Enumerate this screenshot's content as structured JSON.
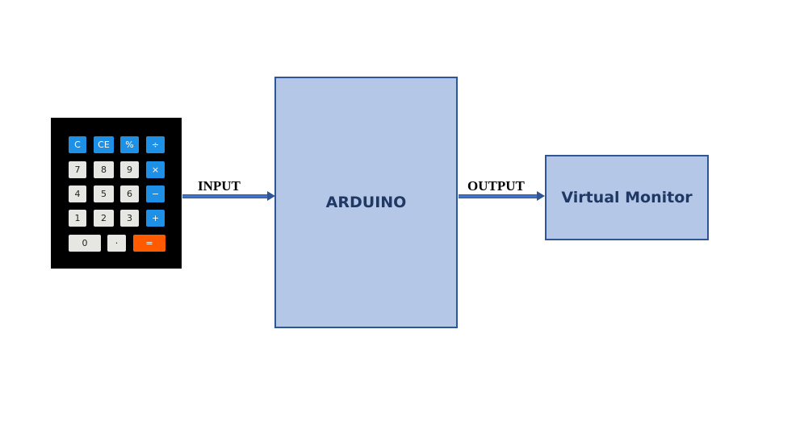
{
  "calculator": {
    "keys": [
      {
        "label": "C",
        "style": "blue"
      },
      {
        "label": "CE",
        "style": "blue"
      },
      {
        "label": "%",
        "style": "blue"
      },
      {
        "label": "÷",
        "style": "blue"
      },
      {
        "label": "7",
        "style": "white"
      },
      {
        "label": "8",
        "style": "white"
      },
      {
        "label": "9",
        "style": "white"
      },
      {
        "label": "×",
        "style": "blue"
      },
      {
        "label": "4",
        "style": "white"
      },
      {
        "label": "5",
        "style": "white"
      },
      {
        "label": "6",
        "style": "white"
      },
      {
        "label": "−",
        "style": "blue"
      },
      {
        "label": "1",
        "style": "white"
      },
      {
        "label": "2",
        "style": "white"
      },
      {
        "label": "3",
        "style": "white"
      },
      {
        "label": "+",
        "style": "blue"
      },
      {
        "label": "0",
        "style": "white"
      },
      {
        "label": "·",
        "style": "white"
      },
      {
        "label": "=",
        "style": "orange"
      }
    ]
  },
  "labels": {
    "input": "INPUT",
    "output": "OUTPUT"
  },
  "blocks": {
    "arduino": "ARDUINO",
    "monitor": "Virtual Monitor"
  },
  "colors": {
    "block_fill": "#b4c7e7",
    "block_border": "#2f5597",
    "arrow": "#4472c4",
    "key_blue": "#1e90e6",
    "key_orange": "#ff5a00"
  }
}
